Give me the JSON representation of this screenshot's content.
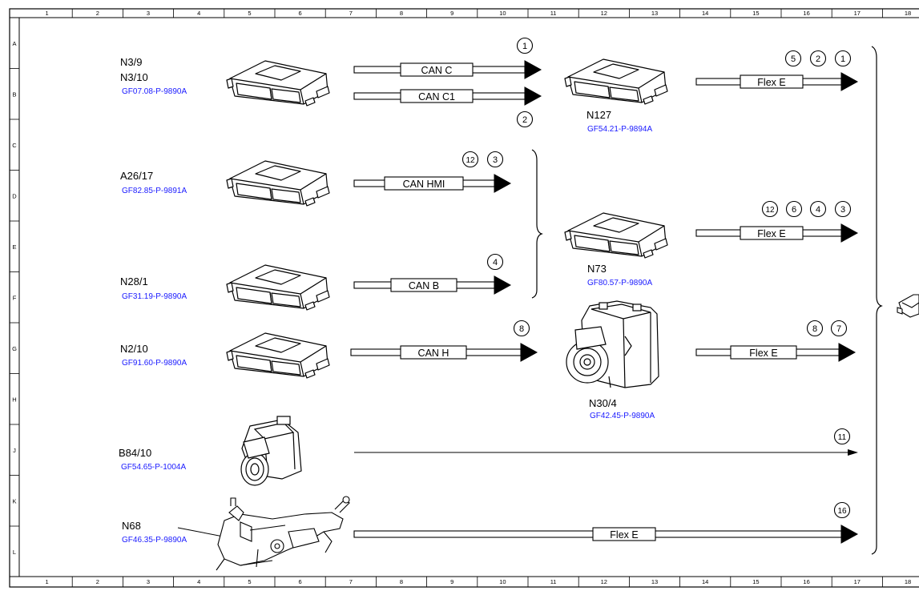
{
  "grid": {
    "columns": [
      "1",
      "2",
      "3",
      "4",
      "5",
      "6",
      "7",
      "8",
      "9",
      "10",
      "11",
      "12",
      "13",
      "14",
      "15",
      "16",
      "17",
      "18"
    ],
    "rows": [
      "A",
      "B",
      "C",
      "D",
      "E",
      "F",
      "G",
      "H",
      "J",
      "K",
      "L"
    ]
  },
  "colors": {
    "line": "#000000",
    "ref_link": "#1a1aff",
    "background": "#ffffff"
  },
  "components": {
    "n3": {
      "codes": [
        "N3/9",
        "N3/10"
      ],
      "ref": "GF07.08-P-9890A",
      "icon": "control-unit-icon"
    },
    "a26": {
      "code": "A26/17",
      "ref": "GF82.85-P-9891A",
      "icon": "control-unit-icon"
    },
    "n28": {
      "code": "N28/1",
      "ref": "GF31.19-P-9890A",
      "icon": "control-unit-icon"
    },
    "n2": {
      "code": "N2/10",
      "ref": "GF91.60-P-9890A",
      "icon": "control-unit-icon"
    },
    "b84": {
      "code": "B84/10",
      "ref": "GF54.65-P-1004A",
      "icon": "camera-icon"
    },
    "n68": {
      "code": "N68",
      "ref": "GF46.35-P-9890A",
      "icon": "steering-rack-icon"
    },
    "n127": {
      "code": "N127",
      "ref": "GF54.21-P-9894A",
      "icon": "control-unit-icon"
    },
    "n73": {
      "code": "N73",
      "ref": "GF80.57-P-9890A",
      "icon": "control-unit-icon"
    },
    "n30": {
      "code": "N30/4",
      "ref": "GF42.45-P-9890A",
      "icon": "esp-unit-icon"
    }
  },
  "buses": {
    "can_c": "CAN C",
    "can_c1": "CAN C1",
    "can_hmi": "CAN HMI",
    "can_b": "CAN B",
    "can_h": "CAN H",
    "flex_n127": "Flex E",
    "flex_n73": "Flex E",
    "flex_n30": "Flex E",
    "flex_n68": "Flex E"
  },
  "markers": {
    "can_c": [
      "1"
    ],
    "can_c1": [
      "2"
    ],
    "can_hmi": [
      "12",
      "3"
    ],
    "can_b": [
      "4"
    ],
    "can_h": [
      "8"
    ],
    "flex_n127": [
      "5",
      "2",
      "1"
    ],
    "flex_n73": [
      "12",
      "6",
      "4",
      "3"
    ],
    "flex_n30": [
      "8",
      "7"
    ],
    "line_b84": [
      "11"
    ],
    "flex_n68": [
      "16"
    ]
  }
}
